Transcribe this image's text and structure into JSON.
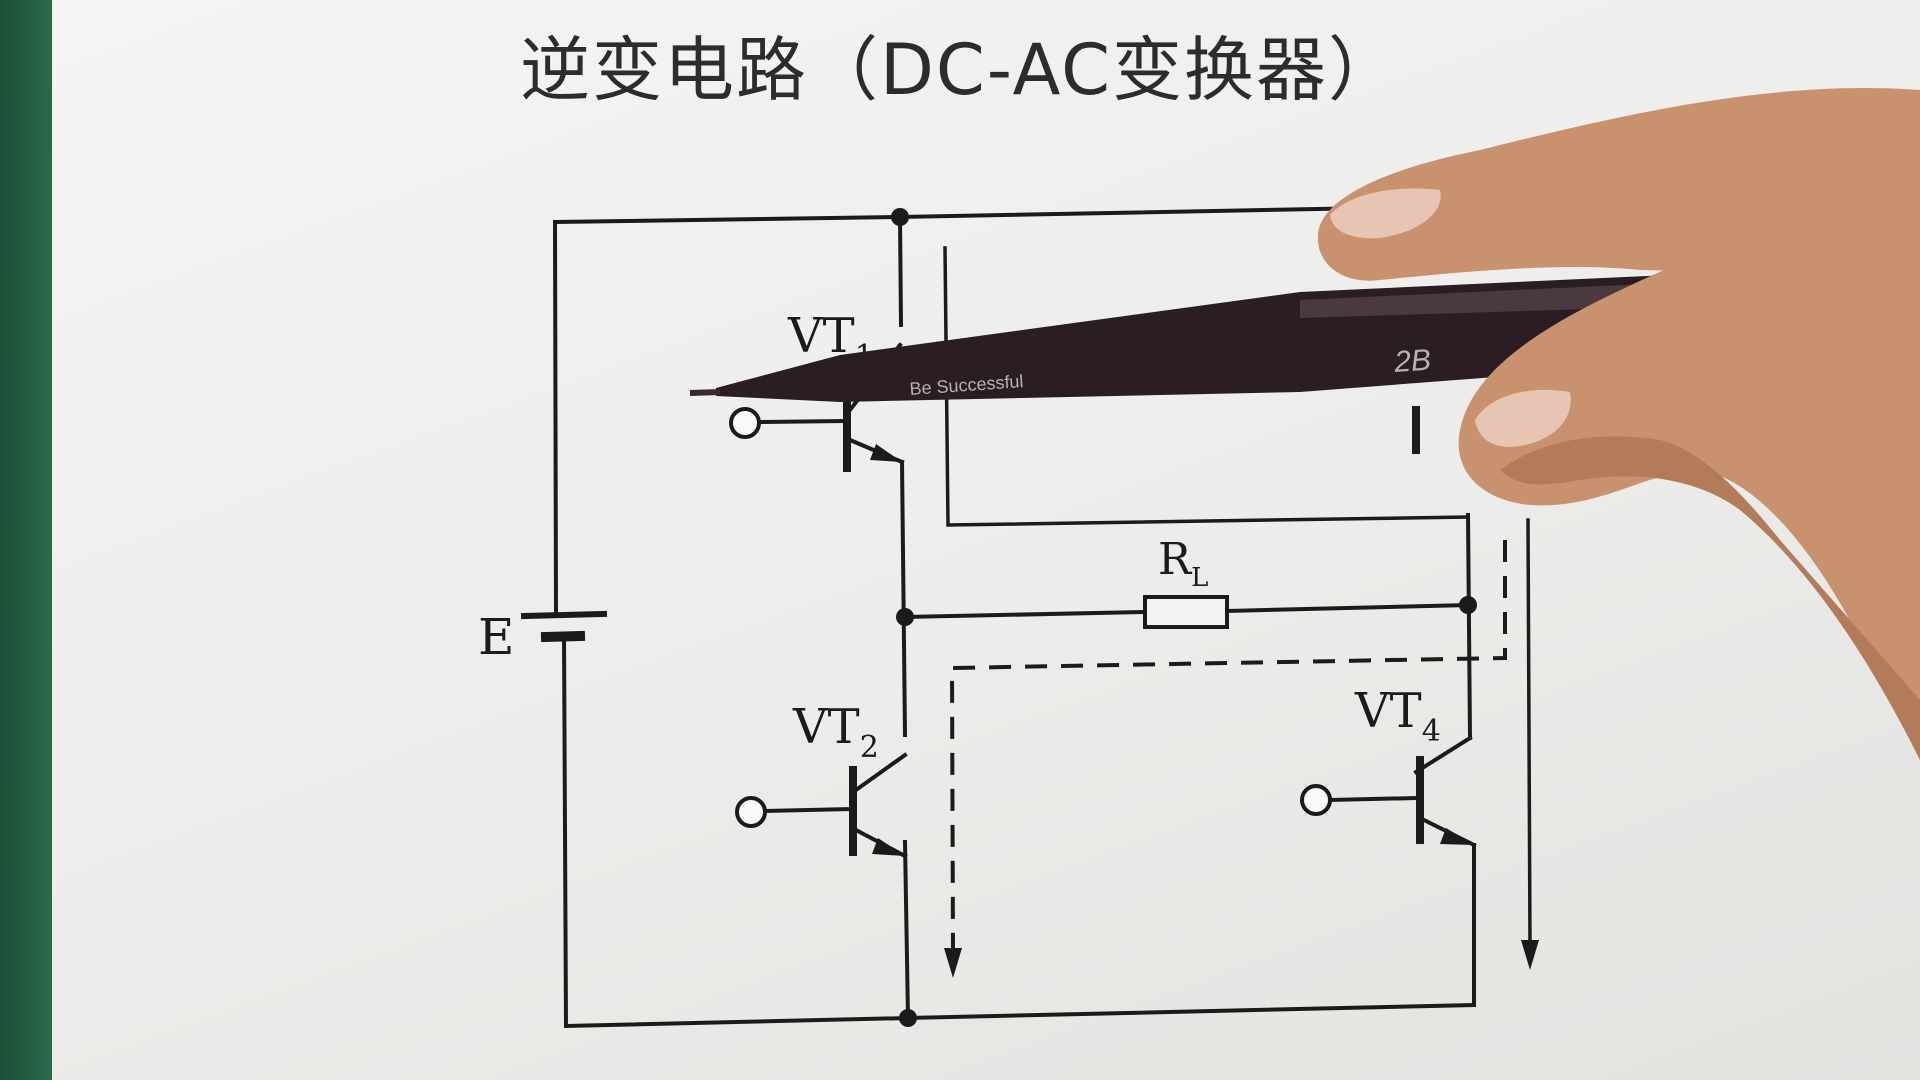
{
  "title": "逆变电路（DC-AC变换器）",
  "labels": {
    "battery": "E",
    "transistors": [
      {
        "id": "vt1",
        "base": "VT",
        "sub": "1"
      },
      {
        "id": "vt2",
        "base": "VT",
        "sub": "2"
      },
      {
        "id": "vt4",
        "base": "VT",
        "sub": "4"
      }
    ],
    "load": {
      "base": "R",
      "sub": "L"
    }
  },
  "pen": {
    "brand_mark": "2B",
    "slogan": "Be Successful"
  },
  "colors": {
    "board": "#1f5a3e",
    "paper": "#eeeeec",
    "ink": "#1b1b1b",
    "pen": "#2b1e22",
    "skin": "#c9926e"
  }
}
